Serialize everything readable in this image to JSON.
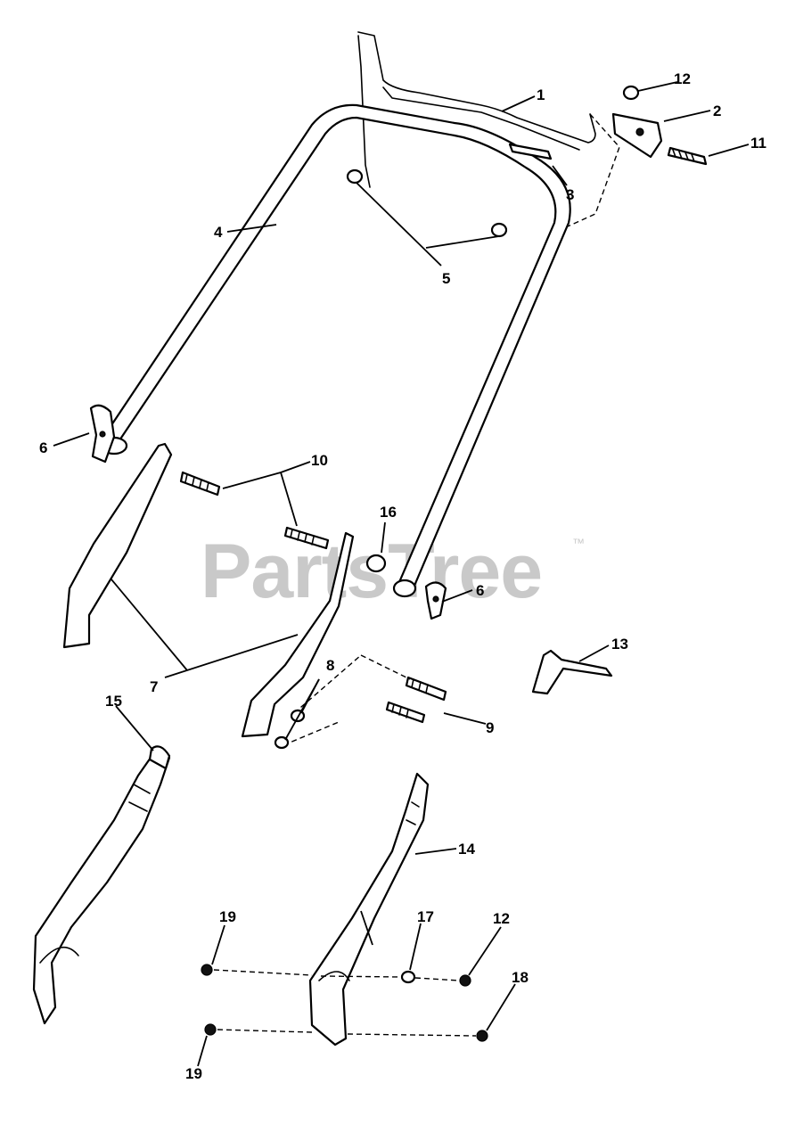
{
  "watermark": {
    "text": "PartsTree",
    "mark": "™"
  },
  "callouts": {
    "c1": "1",
    "c2": "2",
    "c3": "3",
    "c4": "4",
    "c5": "5",
    "c6a": "6",
    "c6b": "6",
    "c7": "7",
    "c8": "8",
    "c9": "9",
    "c10": "10",
    "c11": "11",
    "c12a": "12",
    "c12b": "12",
    "c13": "13",
    "c14": "14",
    "c15": "15",
    "c16": "16",
    "c17": "17",
    "c18": "18",
    "c19a": "19",
    "c19b": "19"
  }
}
